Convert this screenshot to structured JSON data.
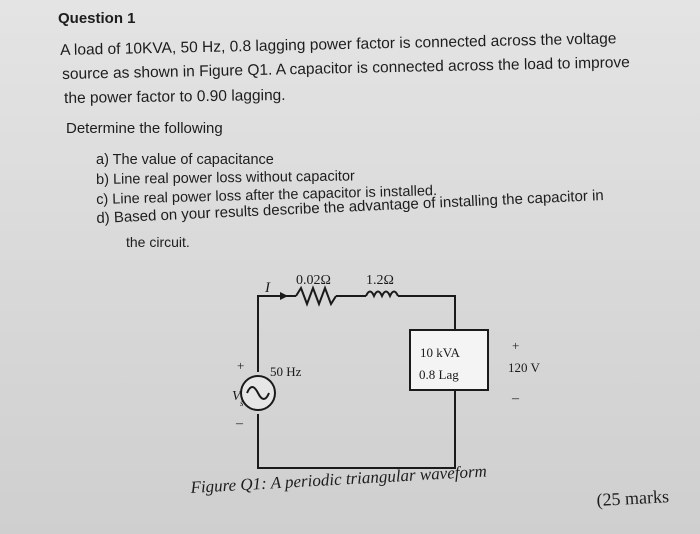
{
  "question": {
    "title": "Question 1",
    "para": [
      "A load of 10KVA, 50 Hz, 0.8 lagging power factor is connected across the voltage",
      "source as shown in Figure Q1. A capacitor is connected across the load to improve",
      "the power factor to 0.90 lagging."
    ],
    "determine": "Determine the following",
    "items": [
      "a)  The value of capacitance",
      "b)  Line real power loss without capacitor",
      "c)  Line real power loss after the capacitor is installed.",
      "d)  Based on your results describe the advantage of installing the capacitor in",
      "the circuit."
    ]
  },
  "circuit": {
    "current_label": "I",
    "resistance": "0.02Ω",
    "inductance": "1.2Ω",
    "source_plus": "+",
    "source_freq": "50 Hz",
    "source_label": "V",
    "source_sub": "s",
    "source_minus": "–",
    "load_line1": "10 kVA",
    "load_line2": "0.8 Lag",
    "load_plus": "+",
    "load_voltage": "120 V",
    "load_minus": "–"
  },
  "figure_caption": "Figure Q1: A periodic triangular waveform",
  "marks": "(25 marks"
}
